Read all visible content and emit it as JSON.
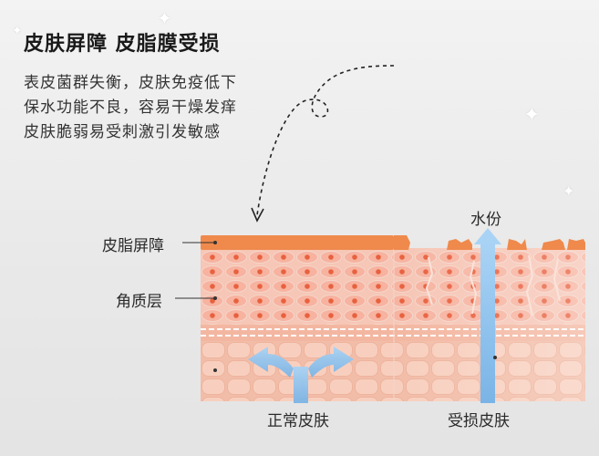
{
  "title": "皮肤屏障 皮脂膜受损",
  "description": [
    "表皮菌群失衡，皮肤免疫低下",
    "保水功能不良，容易干燥发痒",
    "皮肤脆弱易受刺激引发敏感"
  ],
  "labels": {
    "sebum_barrier": "皮脂屏障",
    "stratum_corneum": "角质层",
    "moisture": "水份",
    "normal_skin": "正常皮肤",
    "damaged_skin": "受损皮肤"
  },
  "colors": {
    "sebum": "#ef8a4c",
    "skin_base": "#f6c6b6",
    "cell_fill": "#f7b9a5",
    "nucleus": "#e8613e",
    "lower_cell": "#f5c7b4",
    "arrow": "#8fc3ee",
    "text": "#2a2a2a"
  },
  "icons": [
    "sparkle-icon",
    "dotted-curve-arrow-icon",
    "up-arrow-icon",
    "split-arrow-icon"
  ]
}
